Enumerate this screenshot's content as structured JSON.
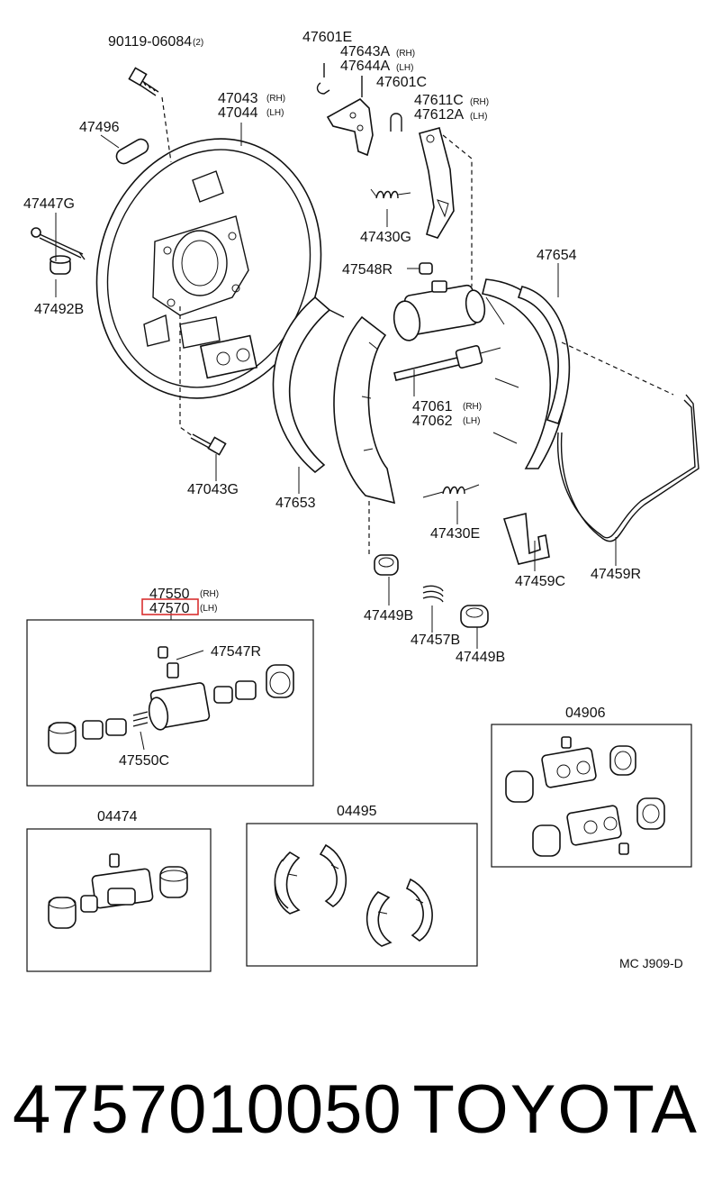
{
  "diagram": {
    "labels": {
      "p90119": "90119-06084",
      "p90119_qty": "(2)",
      "p47601E": "47601E",
      "p47643A": "47643A",
      "p47644A": "47644A",
      "p47601C": "47601C",
      "p47611C": "47611C",
      "p47612A": "47612A",
      "p47043": "47043",
      "p47044": "47044",
      "p47496": "47496",
      "p47447G": "47447G",
      "p47492B": "47492B",
      "p47430G": "47430G",
      "p47548R": "47548R",
      "p47654": "47654",
      "p47061": "47061",
      "p47062": "47062",
      "p47043G": "47043G",
      "p47653": "47653",
      "p47430E": "47430E",
      "p47459C": "47459C",
      "p47459R": "47459R",
      "p47550": "47550",
      "p47570": "47570",
      "p47449B_a": "47449B",
      "p47457B": "47457B",
      "p47449B_b": "47449B",
      "p47547R": "47547R",
      "p47550C": "47550C",
      "p04906": "04906",
      "p04474": "04474",
      "p04495": "04495"
    },
    "side": {
      "rh": "(RH)",
      "lh": "(LH)"
    },
    "code": "MC J909-D",
    "highlight_color": "#d93030"
  },
  "footer": {
    "part_number": "4757010050",
    "brand": "TOYOTA"
  }
}
